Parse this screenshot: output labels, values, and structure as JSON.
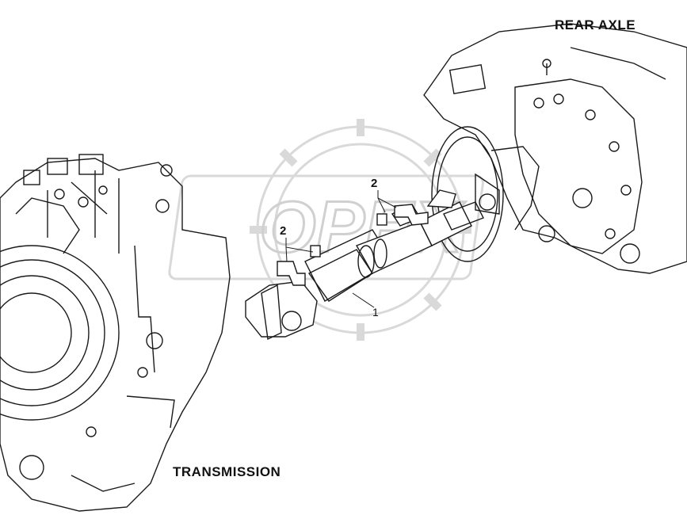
{
  "labels": {
    "rear_axle": "REAR AXLE",
    "transmission": "TRANSMISSION"
  },
  "callouts": {
    "shaft": "1",
    "bolt_upper": "2",
    "bolt_lower": "2"
  },
  "watermark": {
    "text": "OPEX",
    "color": "#d8d8d8"
  },
  "colors": {
    "line": "#1a1a1a",
    "background": "#ffffff"
  }
}
